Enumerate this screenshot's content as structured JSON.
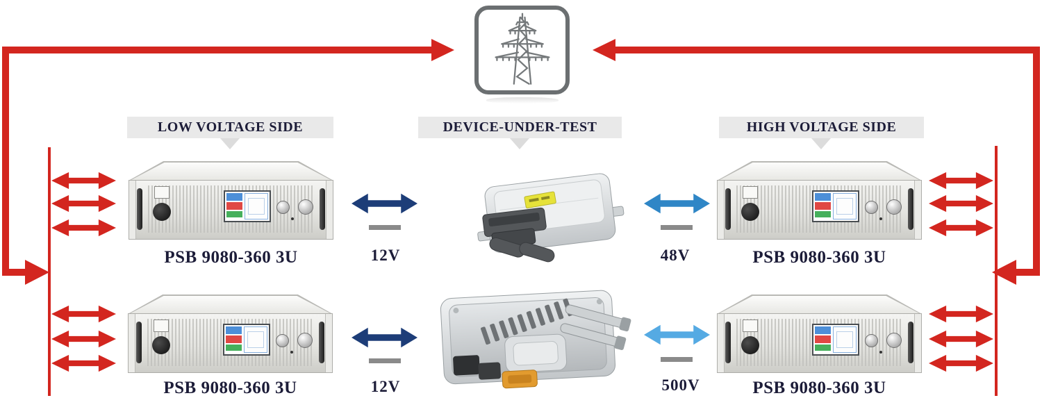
{
  "headers": {
    "low_voltage": "LOW VOLTAGE SIDE",
    "device_under_test": "DEVICE-UNDER-TEST",
    "high_voltage": "HIGH VOLTAGE SIDE"
  },
  "psu": {
    "model": "PSB 9080-360 3U"
  },
  "connections": {
    "row1_low": "12V",
    "row1_high": "48V",
    "row2_low": "12V",
    "row2_high": "500V"
  },
  "icons": {
    "grid": "transmission-tower-icon",
    "link_arrows": "bidirectional-arrow-icon"
  },
  "colors": {
    "red": "#d3261f",
    "navy": "#1d3d78",
    "blue_mid": "#2f86c6",
    "blue_light": "#55aae3",
    "bar_gray": "#8a8a8a",
    "header_bg": "#e9e9e9",
    "ink": "#1c1c38",
    "tower": "#75797b",
    "box_border": "#6b6f71"
  }
}
